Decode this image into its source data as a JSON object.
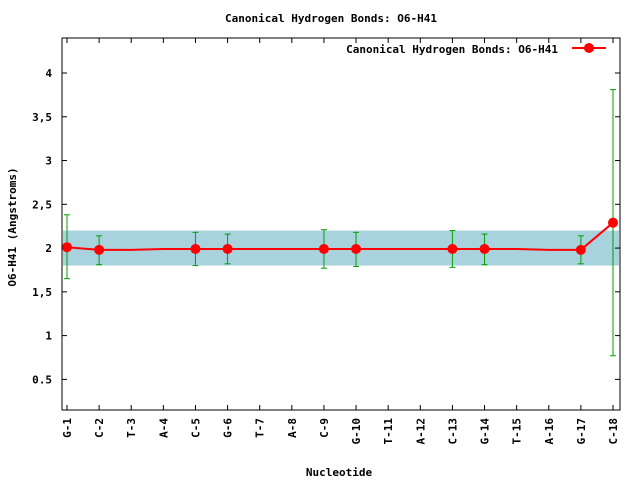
{
  "chart_data": {
    "type": "line",
    "title": "Canonical Hydrogen Bonds: O6-H41",
    "xlabel": "Nucleotide",
    "ylabel": "O6-H41 (Angstroms)",
    "ylim": [
      0.15,
      4.4
    ],
    "y_ticks": [
      0.5,
      1,
      1.5,
      2,
      2.5,
      3,
      3.5,
      4
    ],
    "y_tick_labels": [
      "0.5",
      "1",
      "1,5",
      "2",
      "2,5",
      "3",
      "3,5",
      "4"
    ],
    "categories": [
      "G-1",
      "C-2",
      "T-3",
      "A-4",
      "C-5",
      "G-6",
      "T-7",
      "A-8",
      "C-9",
      "G-10",
      "T-11",
      "A-12",
      "C-13",
      "G-14",
      "T-15",
      "A-16",
      "G-17",
      "C-18"
    ],
    "band": {
      "low": 1.8,
      "high": 2.2,
      "color": "#a9d2df"
    },
    "legend_position": "top-right",
    "series": [
      {
        "name": "Canonical Hydrogen Bonds: O6-H41",
        "color": "#ff0000",
        "errorbar_color": "#00a000",
        "values": [
          2.01,
          1.98,
          1.98,
          1.99,
          1.99,
          1.99,
          1.99,
          1.99,
          1.99,
          1.99,
          1.99,
          1.99,
          1.99,
          1.99,
          1.99,
          1.98,
          1.98,
          2.29
        ],
        "markers": [
          true,
          true,
          false,
          false,
          true,
          true,
          false,
          false,
          true,
          true,
          false,
          false,
          true,
          true,
          false,
          false,
          true,
          true
        ],
        "error_low": [
          1.65,
          1.81,
          null,
          null,
          1.8,
          1.82,
          null,
          null,
          1.77,
          1.79,
          null,
          null,
          1.78,
          1.81,
          null,
          null,
          1.82,
          0.77
        ],
        "error_high": [
          2.38,
          2.14,
          null,
          null,
          2.18,
          2.16,
          null,
          null,
          2.21,
          2.18,
          null,
          null,
          2.2,
          2.16,
          null,
          null,
          2.14,
          3.81
        ]
      }
    ]
  }
}
